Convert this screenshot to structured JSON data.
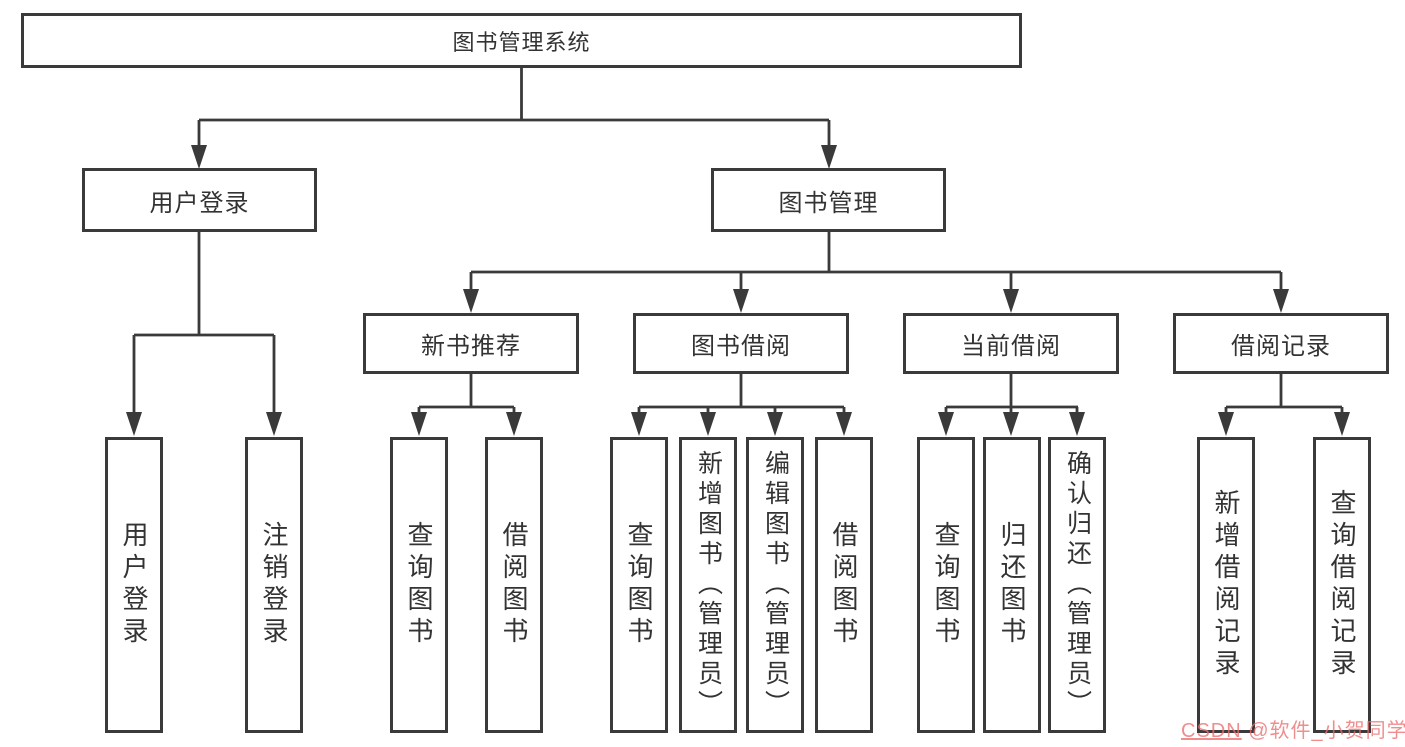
{
  "tree": {
    "label": "图书管理系统",
    "children": [
      {
        "label": "用户登录",
        "children": [
          {
            "label": "用户登录"
          },
          {
            "label": "注销登录"
          }
        ]
      },
      {
        "label": "图书管理",
        "children": [
          {
            "label": "新书推荐",
            "children": [
              {
                "label": "查询图书"
              },
              {
                "label": "借阅图书"
              }
            ]
          },
          {
            "label": "图书借阅",
            "children": [
              {
                "label": "查询图书"
              },
              {
                "label": "新增图书（管理员）"
              },
              {
                "label": "编辑图书（管理员）"
              },
              {
                "label": "借阅图书"
              }
            ]
          },
          {
            "label": "当前借阅",
            "children": [
              {
                "label": "查询图书"
              },
              {
                "label": "归还图书"
              },
              {
                "label": "确认归还（管理员）"
              }
            ]
          },
          {
            "label": "借阅记录",
            "children": [
              {
                "label": "新增借阅记录"
              },
              {
                "label": "查询借阅记录"
              }
            ]
          }
        ]
      }
    ]
  },
  "watermark": {
    "prefix": "CSDN",
    "handle": "@软件_小贺同学"
  },
  "colors": {
    "line": "#3a3a3a",
    "text": "#333333",
    "background": "#ffffff",
    "watermark": "#eb6e6e"
  }
}
